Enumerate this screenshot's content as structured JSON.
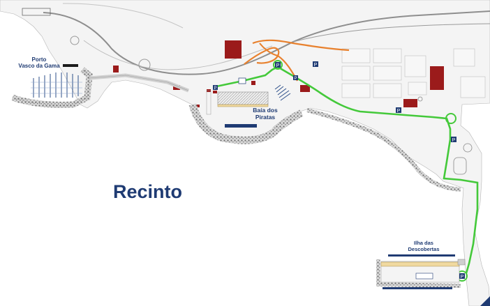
{
  "map": {
    "labels": {
      "porto": "Porto\nVasco da Gama",
      "baia": "Baía dos\nPiratas",
      "ilha": "Ilha das\nDescobertas",
      "recinto": "Recinto"
    },
    "colors": {
      "route": "#44c93a",
      "road": "#e8812e",
      "building": "#9b1b1b",
      "dock": "#1f3b73",
      "rock": "#7a7a7a",
      "title": "#1f3b73"
    },
    "icons": [
      "parking-icon",
      "parking-icon",
      "parking-icon",
      "parking-icon",
      "parking-icon",
      "parking-icon",
      "parking-icon"
    ]
  }
}
